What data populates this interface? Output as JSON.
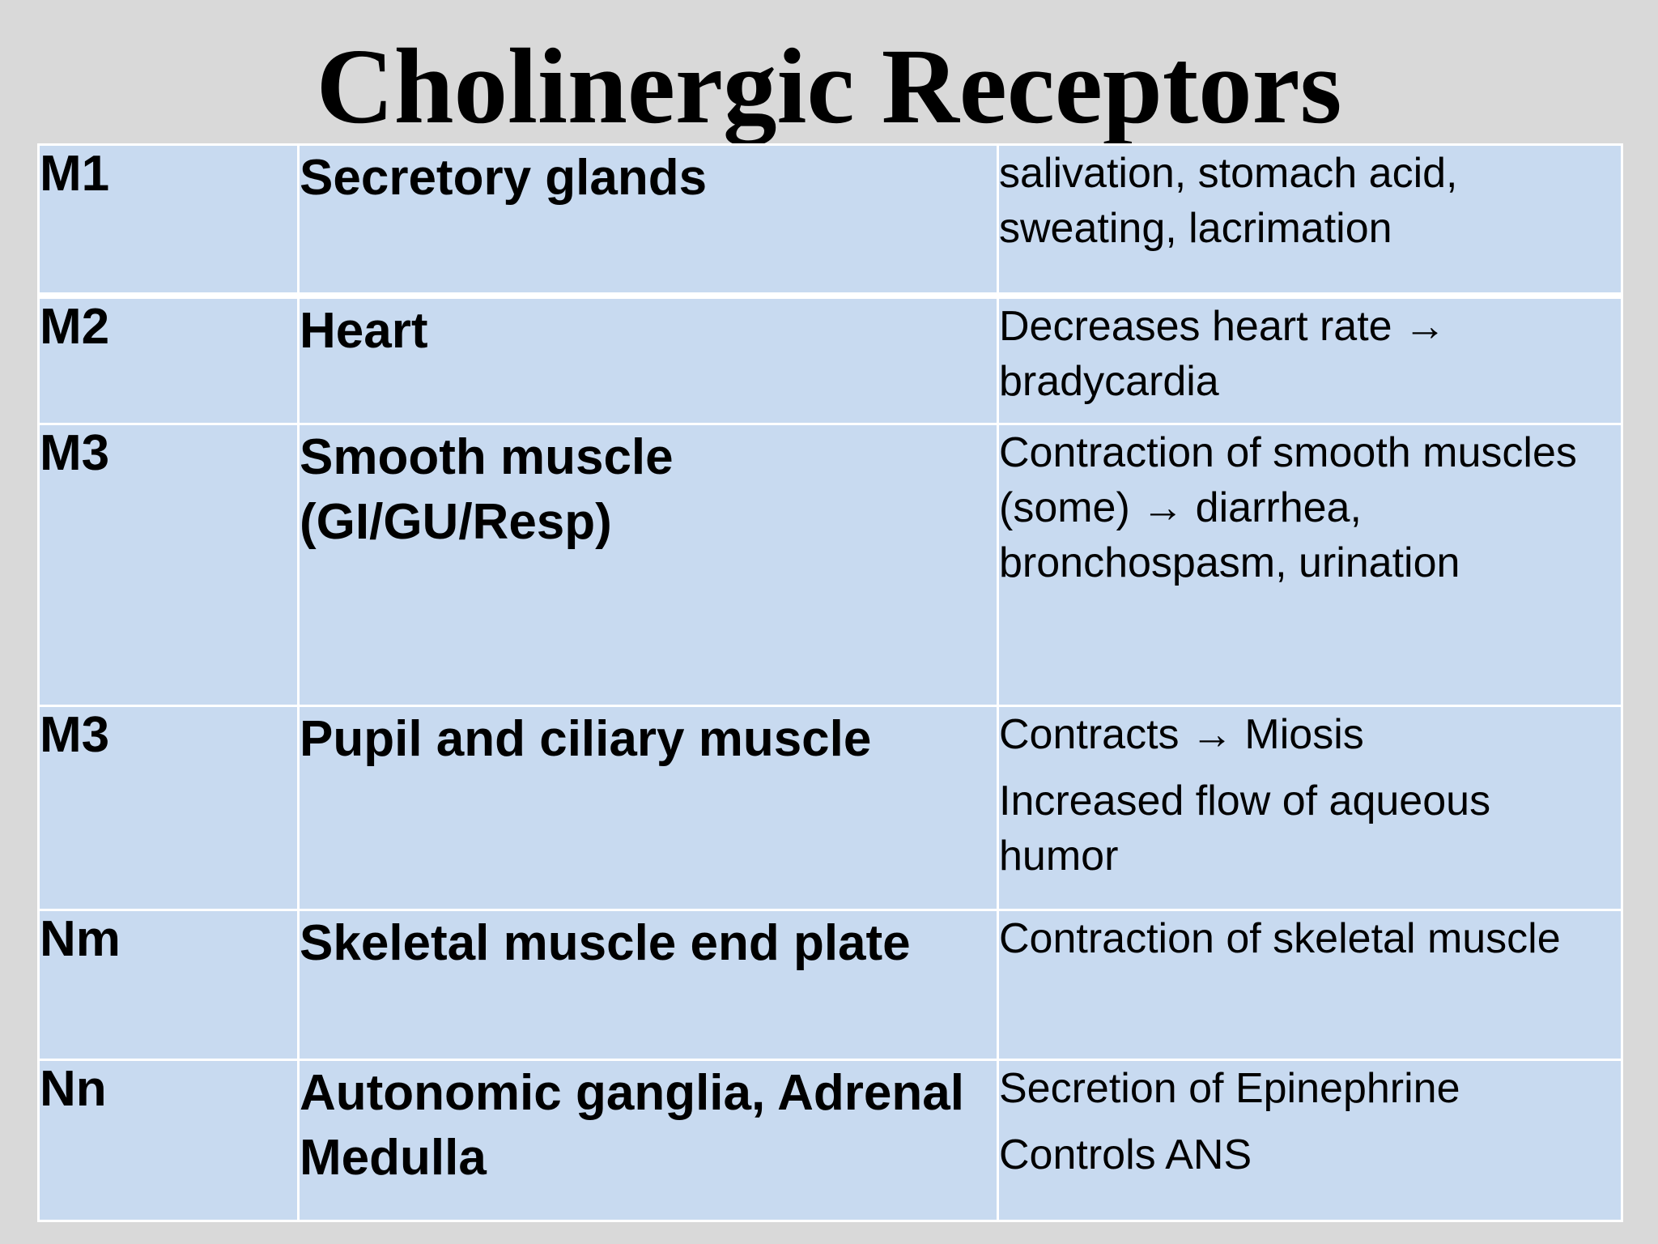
{
  "title": "Cholinergic Receptors",
  "rows": [
    {
      "receptor": "M1",
      "site": "Secretory glands",
      "effect": [
        "salivation, stomach acid, sweating, lacrimation"
      ]
    },
    {
      "receptor": "M2",
      "site": "Heart",
      "effect": [
        "Decreases heart rate → bradycardia"
      ]
    },
    {
      "receptor": "M3",
      "site": "Smooth muscle (GI/GU/Resp)",
      "effect": [
        "Contraction  of smooth muscles (some) → diarrhea, bronchospasm, urination"
      ]
    },
    {
      "receptor": "M3",
      "site": "Pupil and ciliary muscle",
      "effect": [
        "Contracts  → Miosis",
        "Increased flow of aqueous humor"
      ]
    },
    {
      "receptor": "Nm",
      "site": "Skeletal muscle end plate",
      "effect": [
        "Contraction of skeletal muscle"
      ]
    },
    {
      "receptor": "Nn",
      "site": "Autonomic ganglia, Adrenal Medulla",
      "effect": [
        "Secretion of Epinephrine",
        "Controls ANS"
      ]
    }
  ]
}
